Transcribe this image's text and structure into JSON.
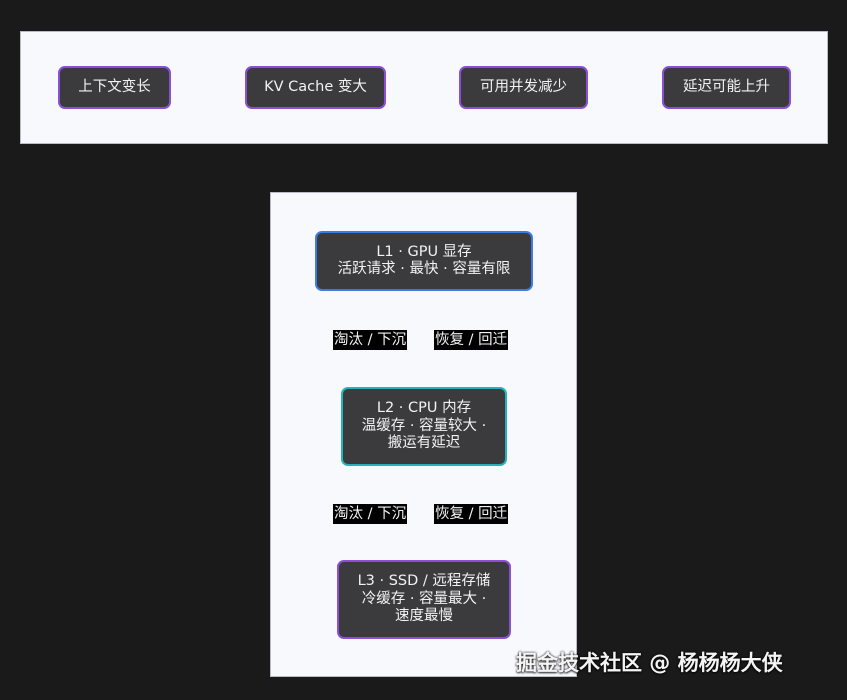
{
  "colors": {
    "background": "#1a1a1a",
    "panel": "#f8f9fd",
    "node_fill": "#3b3b3d",
    "node_text": "#f2f2f2",
    "border_purple": "#8a4fd6",
    "border_blue": "#3d7be0",
    "border_teal": "#23b3b9",
    "edge_label_fill": "#000000"
  },
  "flow": {
    "steps": [
      "上下文变长",
      "KV Cache 变大",
      "可用并发减少",
      "延迟可能上升"
    ]
  },
  "tiers": [
    {
      "lines": [
        "L1 · GPU 显存",
        "活跃请求 · 最快 · 容量有限"
      ]
    },
    {
      "lines": [
        "L2 · CPU 内存",
        "温缓存 · 容量较大 ·",
        "搬运有延迟"
      ]
    },
    {
      "lines": [
        "L3 · SSD / 远程存储",
        "冷缓存 · 容量最大 ·",
        "速度最慢"
      ]
    }
  ],
  "transitions": [
    {
      "down": "淘汰 / 下沉",
      "up": "恢复 / 回迁"
    },
    {
      "down": "淘汰 / 下沉",
      "up": "恢复 / 回迁"
    }
  ],
  "watermark": "掘金技术社区 @ 杨杨杨大侠"
}
